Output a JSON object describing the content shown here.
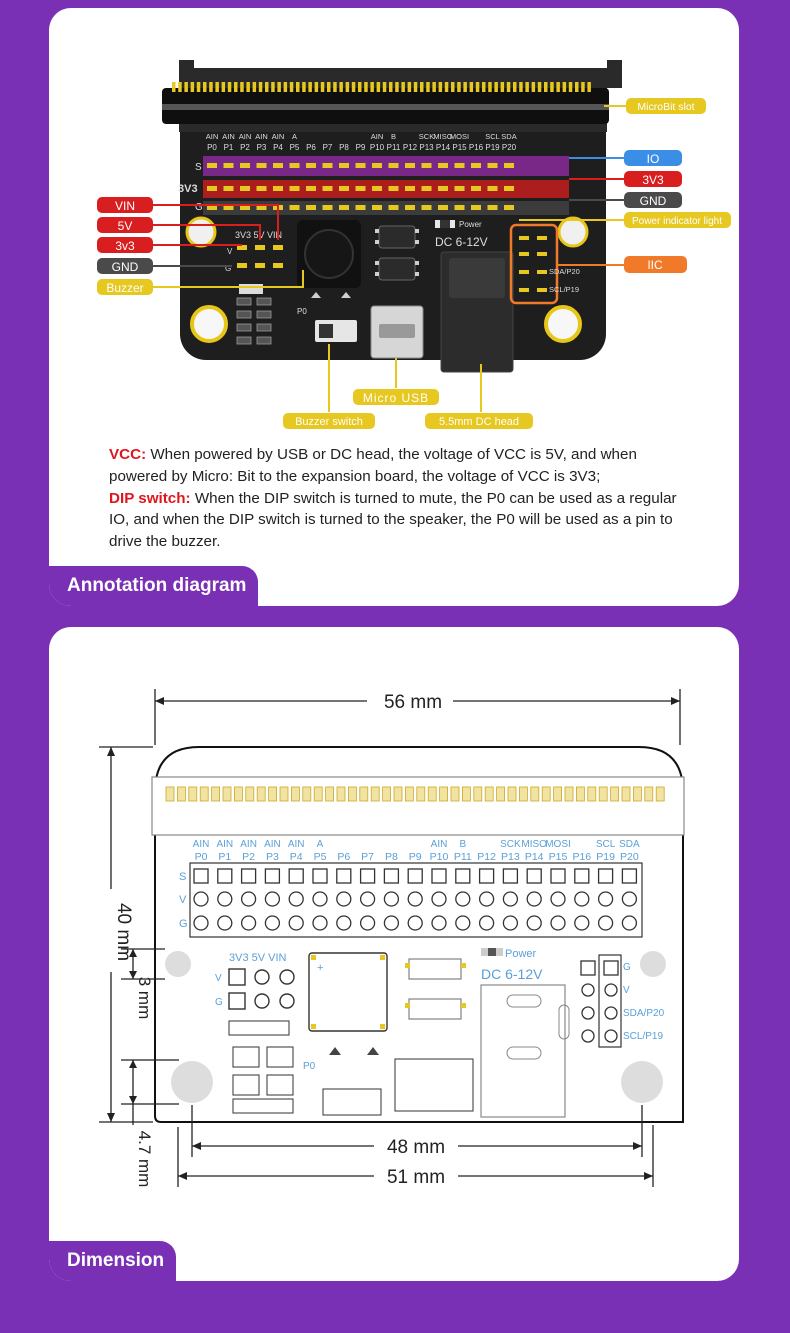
{
  "annotation": {
    "header_rows": {
      "ain_pins": [
        "AIN",
        "AIN",
        "AIN",
        "AIN",
        "AIN",
        "A",
        "",
        "",
        "",
        "",
        "AIN",
        "B",
        "",
        "SCK",
        "MISO",
        "MOSI",
        "",
        "SCL",
        "SDA"
      ],
      "pin_names": [
        "P0",
        "P1",
        "P2",
        "P3",
        "P4",
        "P5",
        "P6",
        "P7",
        "P8",
        "P9",
        "P10",
        "P11",
        "P12",
        "P13",
        "P14",
        "P15",
        "P16",
        "P19",
        "P20"
      ]
    },
    "row_labels": {
      "s": "S",
      "v": "3V3",
      "g": "G"
    },
    "board_text": {
      "power_header": "3V3 5V VIN",
      "power": "Power",
      "dc": "DC 6-12V",
      "sda": "SDA/P20",
      "scl": "SCL/P19",
      "p0": "P0",
      "v_mark": "V",
      "g_mark": "G"
    },
    "callouts": {
      "microbit_slot": "MicroBit slot",
      "io": "IO",
      "v3v3_right": "3V3",
      "gnd_right": "GND",
      "power_indicator": "Power indicator light",
      "iic": "IIC",
      "vin": "VIN",
      "v5": "5V",
      "v3v3_left": "3v3",
      "gnd_left": "GND",
      "buzzer": "Buzzer",
      "micro_usb": "Micro USB",
      "buzzer_switch": "Buzzer switch",
      "dc_head": "5.5mm DC head"
    },
    "colors": {
      "io_blue": "#3a8ee6",
      "red": "#d81e1e",
      "gnd": "#4a4a4a",
      "yellow": "#e6c821",
      "orange": "#f07a2a",
      "purple": "#7a30b4"
    },
    "description": {
      "vcc_key": "VCC:",
      "vcc_text": " When powered by USB or DC head, the voltage of VCC is 5V, and when powered by Micro: Bit to the expansion board, the voltage of VCC is 3V3;",
      "dip_key": "DIP switch:",
      "dip_text": " When the DIP switch is turned to mute, the P0 can be used as a regular IO, and when the DIP switch is turned to the speaker, the P0 will be used as a pin to drive the buzzer."
    },
    "tag": "Annotation diagram"
  },
  "dimension": {
    "width_top": "56 mm",
    "height_left": "40 mm",
    "hole_offset": "3 mm",
    "bottom_offset": "4.7 mm",
    "hole_span": "48 mm",
    "width_bottom": "51 mm",
    "tag": "Dimension"
  }
}
